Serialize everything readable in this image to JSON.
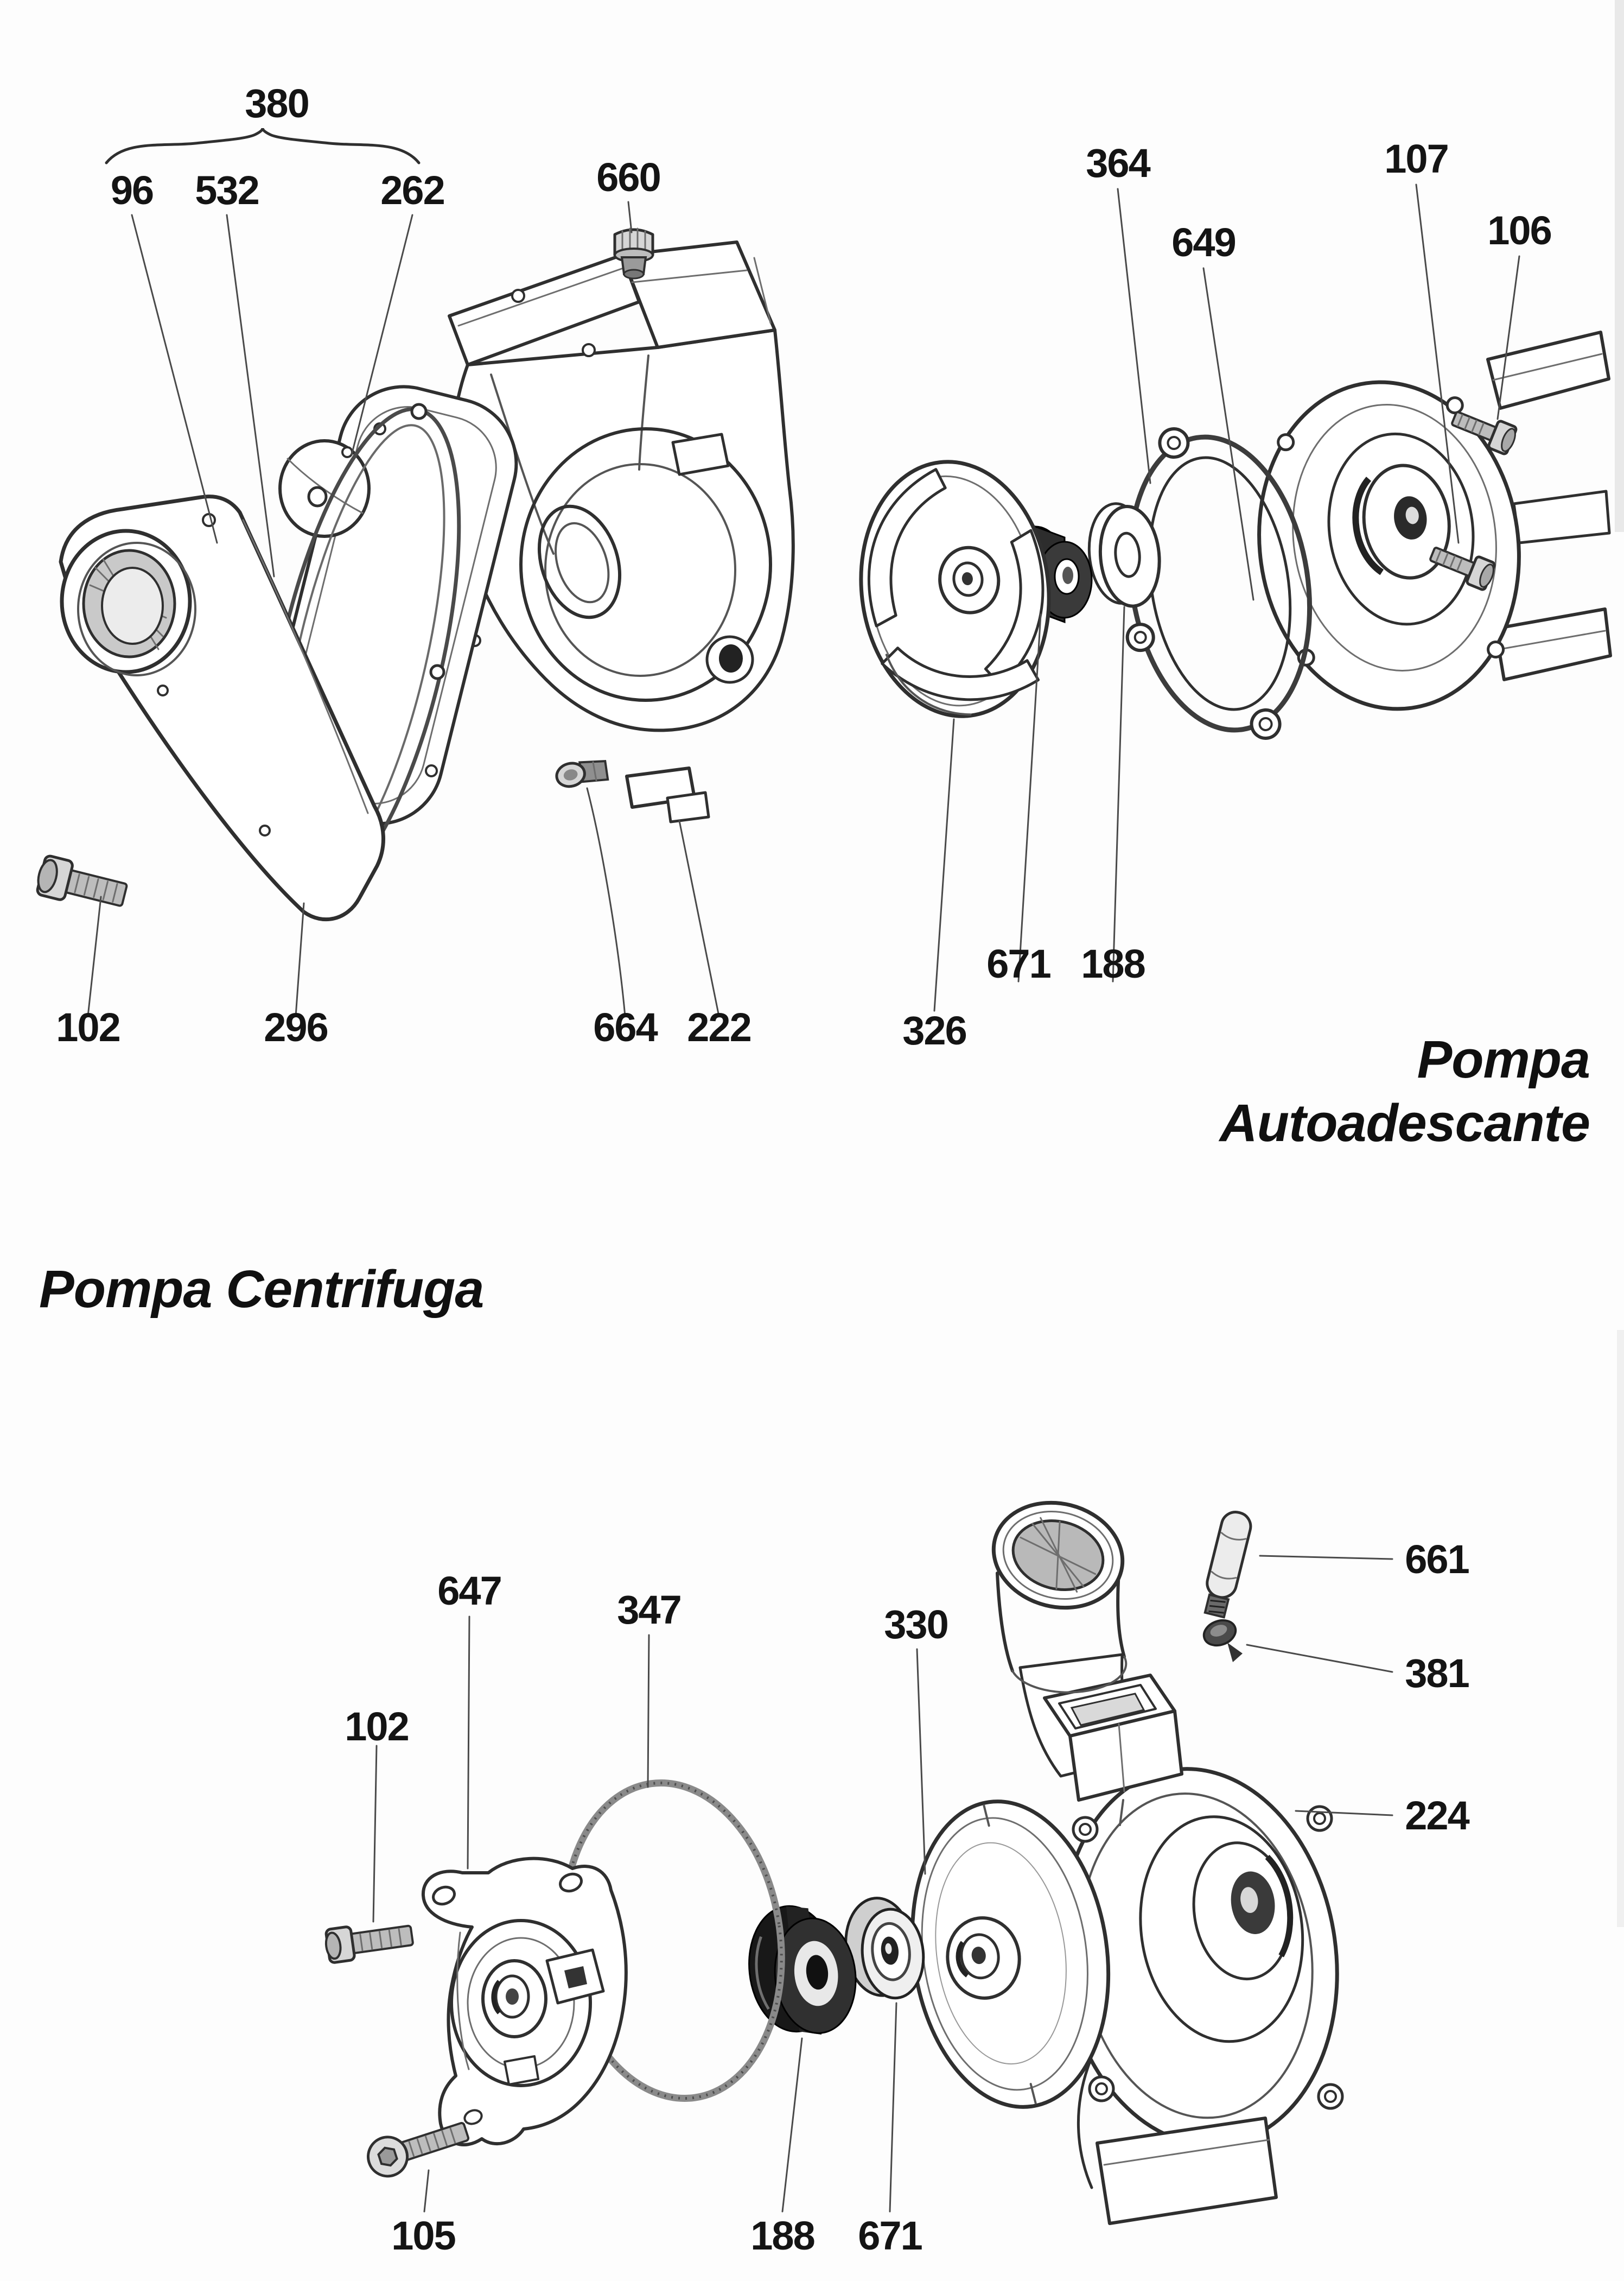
{
  "page": {
    "background": "#fdfdfd",
    "ink": "#2f2f2f"
  },
  "autoadescante": {
    "caption_line1": "Pompa",
    "caption_line2": "Autoadescante",
    "labels": {
      "group380": "380",
      "screw96": "96",
      "hub532": "532",
      "disc262": "262",
      "plug660": "660",
      "gasket364": "364",
      "bracket649": "649",
      "bolt107": "107",
      "bolt106": "106",
      "bolt102": "102",
      "gasket296": "296",
      "plug664": "664",
      "housing222": "222",
      "impeller326": "326",
      "seal671": "671",
      "washer188": "188"
    }
  },
  "centrifuga": {
    "title": "Pompa Centrifuga",
    "labels": {
      "bolt102": "102",
      "cover647": "647",
      "oring347": "347",
      "impeller330": "330",
      "screw661": "661",
      "plug381": "381",
      "body224": "224",
      "screw105": "105",
      "seal188": "188",
      "bearing671": "671"
    }
  }
}
